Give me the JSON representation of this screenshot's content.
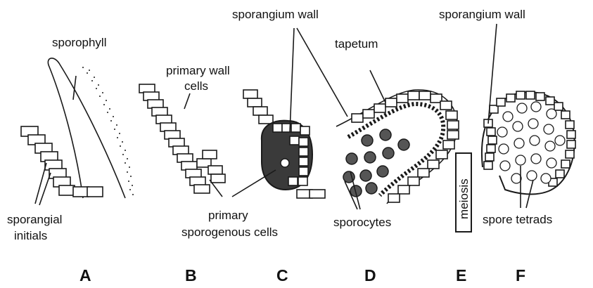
{
  "labels": {
    "sporophyll": "sporophyll",
    "sporangial_initials_1": "sporangial",
    "sporangial_initials_2": "initials",
    "primary_wall_cells_1": "primary wall",
    "primary_wall_cells_2": "cells",
    "sporangium_wall_top": "sporangium wall",
    "primary_sporogenous_1": "primary",
    "primary_sporogenous_2": "sporogenous cells",
    "tapetum": "tapetum",
    "sporocytes": "sporocytes",
    "meiosis": "meiosis",
    "sporangium_wall_right": "sporangium wall",
    "spore_tetrads": "spore tetrads"
  },
  "panels": [
    "A",
    "B",
    "C",
    "D",
    "E",
    "F"
  ]
}
